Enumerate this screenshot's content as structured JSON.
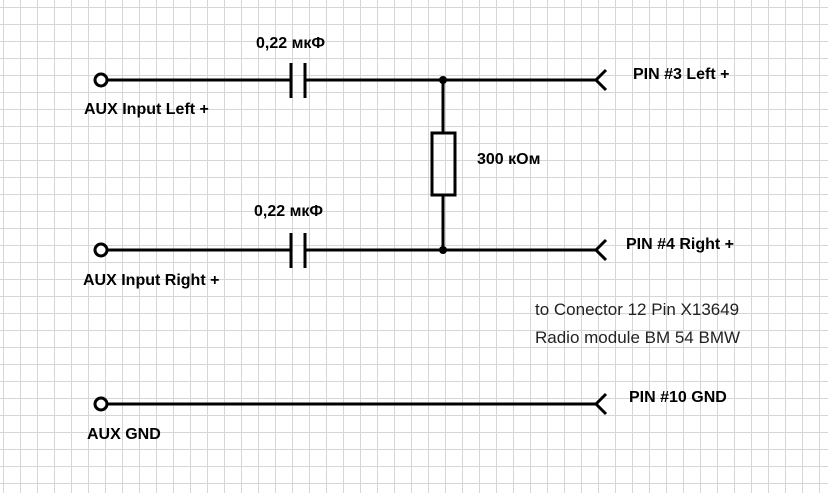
{
  "inputs": {
    "left": "AUX Input Left +",
    "right": "AUX Input Right +",
    "gnd": "AUX GND"
  },
  "outputs": {
    "pin3": "PIN #3 Left +",
    "pin4": "PIN #4 Right +",
    "pin10": "PIN #10 GND"
  },
  "components": {
    "cap_top": "0,22 мкФ",
    "cap_bottom": "0,22 мкФ",
    "resistor": "300 кОм"
  },
  "note": {
    "line1": "to Conector 12 Pin X13649",
    "line2": "Radio module BM 54 BMW"
  }
}
